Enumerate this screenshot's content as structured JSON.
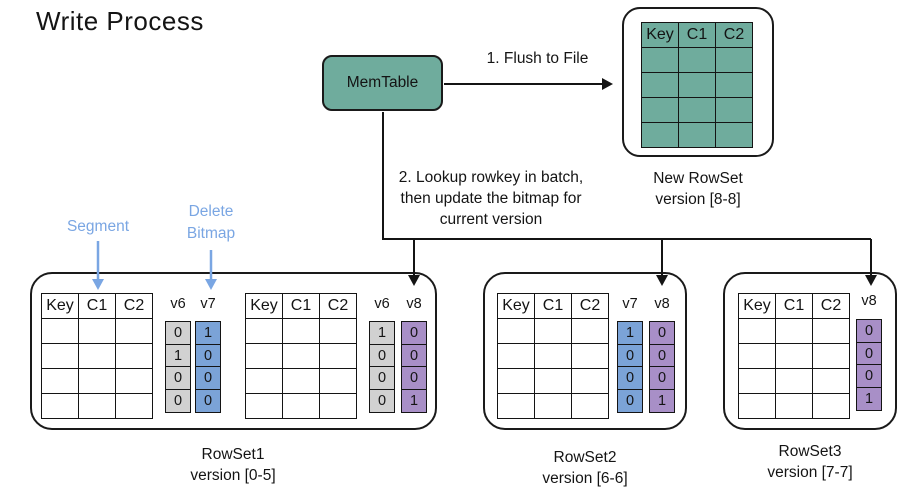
{
  "title": "Write Process",
  "memtable_label": "MemTable",
  "flush_label": "1. Flush to File",
  "lookup_label": "2. Lookup rowkey in batch,\nthen update the bitmap for\ncurrent version",
  "annotations": {
    "segment": "Segment",
    "delete_bitmap": "Delete\nBitmap"
  },
  "table_headers": [
    "Key",
    "C1",
    "C2"
  ],
  "colors": {
    "teal": "#6FAC9D",
    "bitmap_blue": "#7BA3D7",
    "bitmap_purple": "#A88FC7",
    "bitmap_gray": "#D1D1D1",
    "annotation_blue": "#7AA6E3"
  },
  "new_rowset": {
    "name": "New RowSet",
    "version": "version [8-8]"
  },
  "rowset1": {
    "name": "RowSet1",
    "version": "version [0-5]",
    "seg1": {
      "bitmap1": {
        "label": "v6",
        "values": [
          "0",
          "1",
          "0",
          "0"
        ]
      },
      "bitmap2": {
        "label": "v7",
        "values": [
          "1",
          "0",
          "0",
          "0"
        ]
      }
    },
    "seg2": {
      "bitmap1": {
        "label": "v6",
        "values": [
          "1",
          "0",
          "0",
          "0"
        ]
      },
      "bitmap2": {
        "label": "v8",
        "values": [
          "0",
          "0",
          "0",
          "1"
        ]
      }
    }
  },
  "rowset2": {
    "name": "RowSet2",
    "version": "version [6-6]",
    "bitmap1": {
      "label": "v7",
      "values": [
        "1",
        "0",
        "0",
        "0"
      ]
    },
    "bitmap2": {
      "label": "v8",
      "values": [
        "0",
        "0",
        "0",
        "1"
      ]
    }
  },
  "rowset3": {
    "name": "RowSet3",
    "version": "version [7-7]",
    "bitmap1": {
      "label": "v8",
      "values": [
        "0",
        "0",
        "0",
        "1"
      ]
    }
  }
}
